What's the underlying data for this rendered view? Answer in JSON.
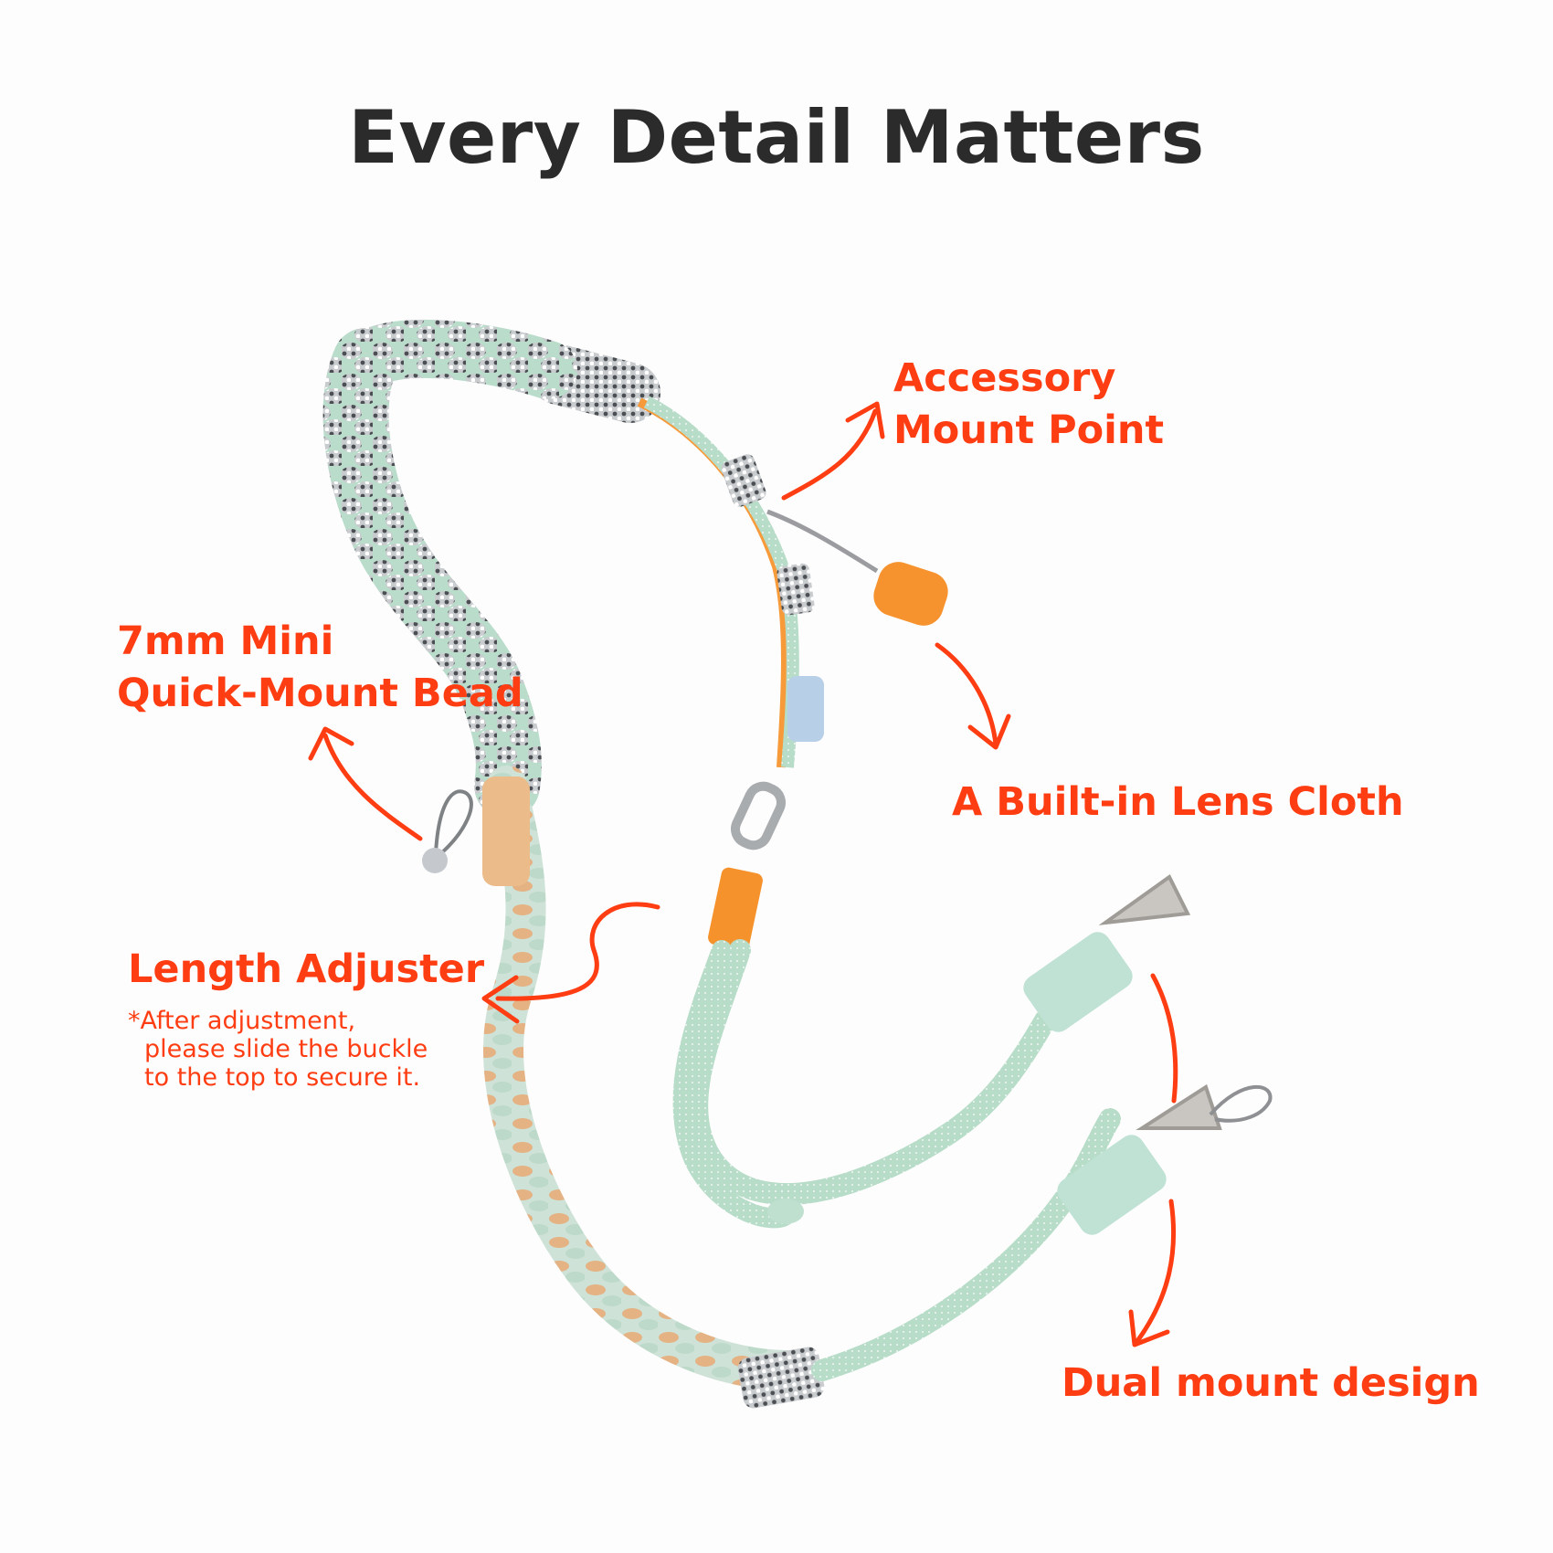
{
  "title": "Every Detail Matters",
  "callouts": {
    "accessory_mount": [
      "Accessory",
      "Mount Point"
    ],
    "mini_bead": [
      "7mm Mini",
      "Quick-Mount Bead"
    ],
    "lens_cloth": "A Built-in Lens Cloth",
    "length_adjuster": "Length Adjuster",
    "length_adjuster_note": [
      "*After adjustment,",
      "please slide the buckle",
      "to the top to secure it."
    ],
    "dual_mount": "Dual mount design"
  },
  "colors": {
    "accent": "#ff3d12",
    "title": "#2b2b2b",
    "mint": "#b9dccb",
    "orange": "#f79a3a",
    "tan": "#e9b98a",
    "gray": "#8c8f92"
  }
}
